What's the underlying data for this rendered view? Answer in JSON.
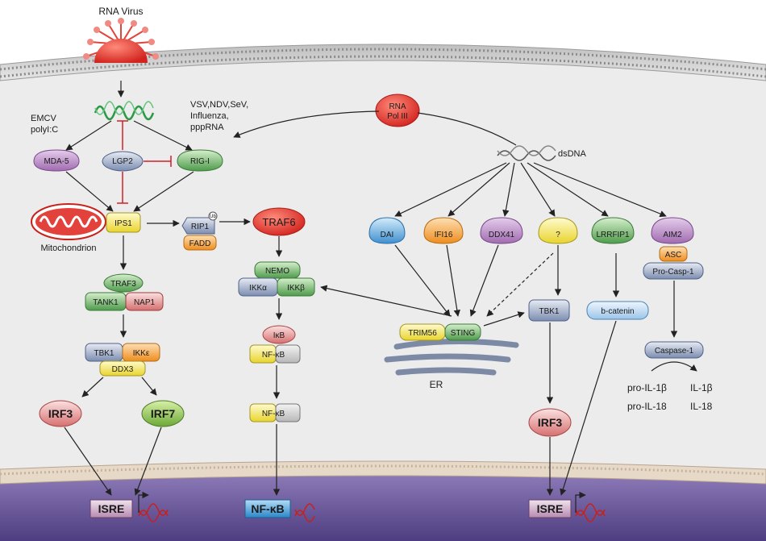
{
  "labels": {
    "rna_virus": "RNA Virus",
    "emcv": "EMCV",
    "polyic": "polyI:C",
    "vsv": "VSV,NDV,SeV,",
    "influenza": "Influenza,",
    "ppprna": "pppRNA",
    "dsdna": "dsDNA",
    "mitochondrion": "Mitochondrion",
    "er": "ER",
    "ub": "Ub",
    "pro_il1b": "pro-IL-1β",
    "il1b": "IL-1β",
    "pro_il18": "pro-IL-18",
    "il18": "IL-18"
  },
  "nodes": {
    "rna_pol_1": "RNA",
    "rna_pol_2": "Pol III",
    "mda5": "MDA-5",
    "lgp2": "LGP2",
    "rigi": "RIG-I",
    "ips1": "IPS1",
    "rip1": "RIP1",
    "fadd": "FADD",
    "traf6": "TRAF6",
    "traf3": "TRAF3",
    "tank1": "TANK1",
    "nap1": "NAP1",
    "tbk1_left": "TBK1",
    "ikke": "IKKε",
    "ddx3": "DDX3",
    "irf3_left": "IRF3",
    "irf7": "IRF7",
    "nemo": "NEMO",
    "ikka": "IKKα",
    "ikkb": "IKKβ",
    "ikb": "IκB",
    "nfkb_1": "NF-κB",
    "nfkb_2": "NF-κB",
    "dai": "DAI",
    "ifi16": "IFI16",
    "ddx41": "DDX41",
    "unknown": "?",
    "lrrfip1": "LRRFIP1",
    "aim2": "AIM2",
    "asc": "ASC",
    "pro_casp1": "Pro-Casp-1",
    "trim56": "TRIM56",
    "sting": "STING",
    "tbk1_right": "TBK1",
    "bcatenin": "b-catenin",
    "irf3_right": "IRF3",
    "caspase1": "Caspase-1"
  },
  "genes": {
    "isre_left": "ISRE",
    "nfkb_gene": "NF-κB",
    "isre_right": "ISRE"
  },
  "colors": {
    "membrane_bg": "#c8c8c8",
    "cytoplasm": "#ececec",
    "nucleus": "#6e5a9e",
    "red": "#e2423b",
    "purple": "#b88fc4",
    "blue": "#5ba6d9",
    "green": "#6db36b",
    "yellow": "#f5e86a",
    "orange": "#f3a13a",
    "grey_blue": "#9aa9c3"
  }
}
